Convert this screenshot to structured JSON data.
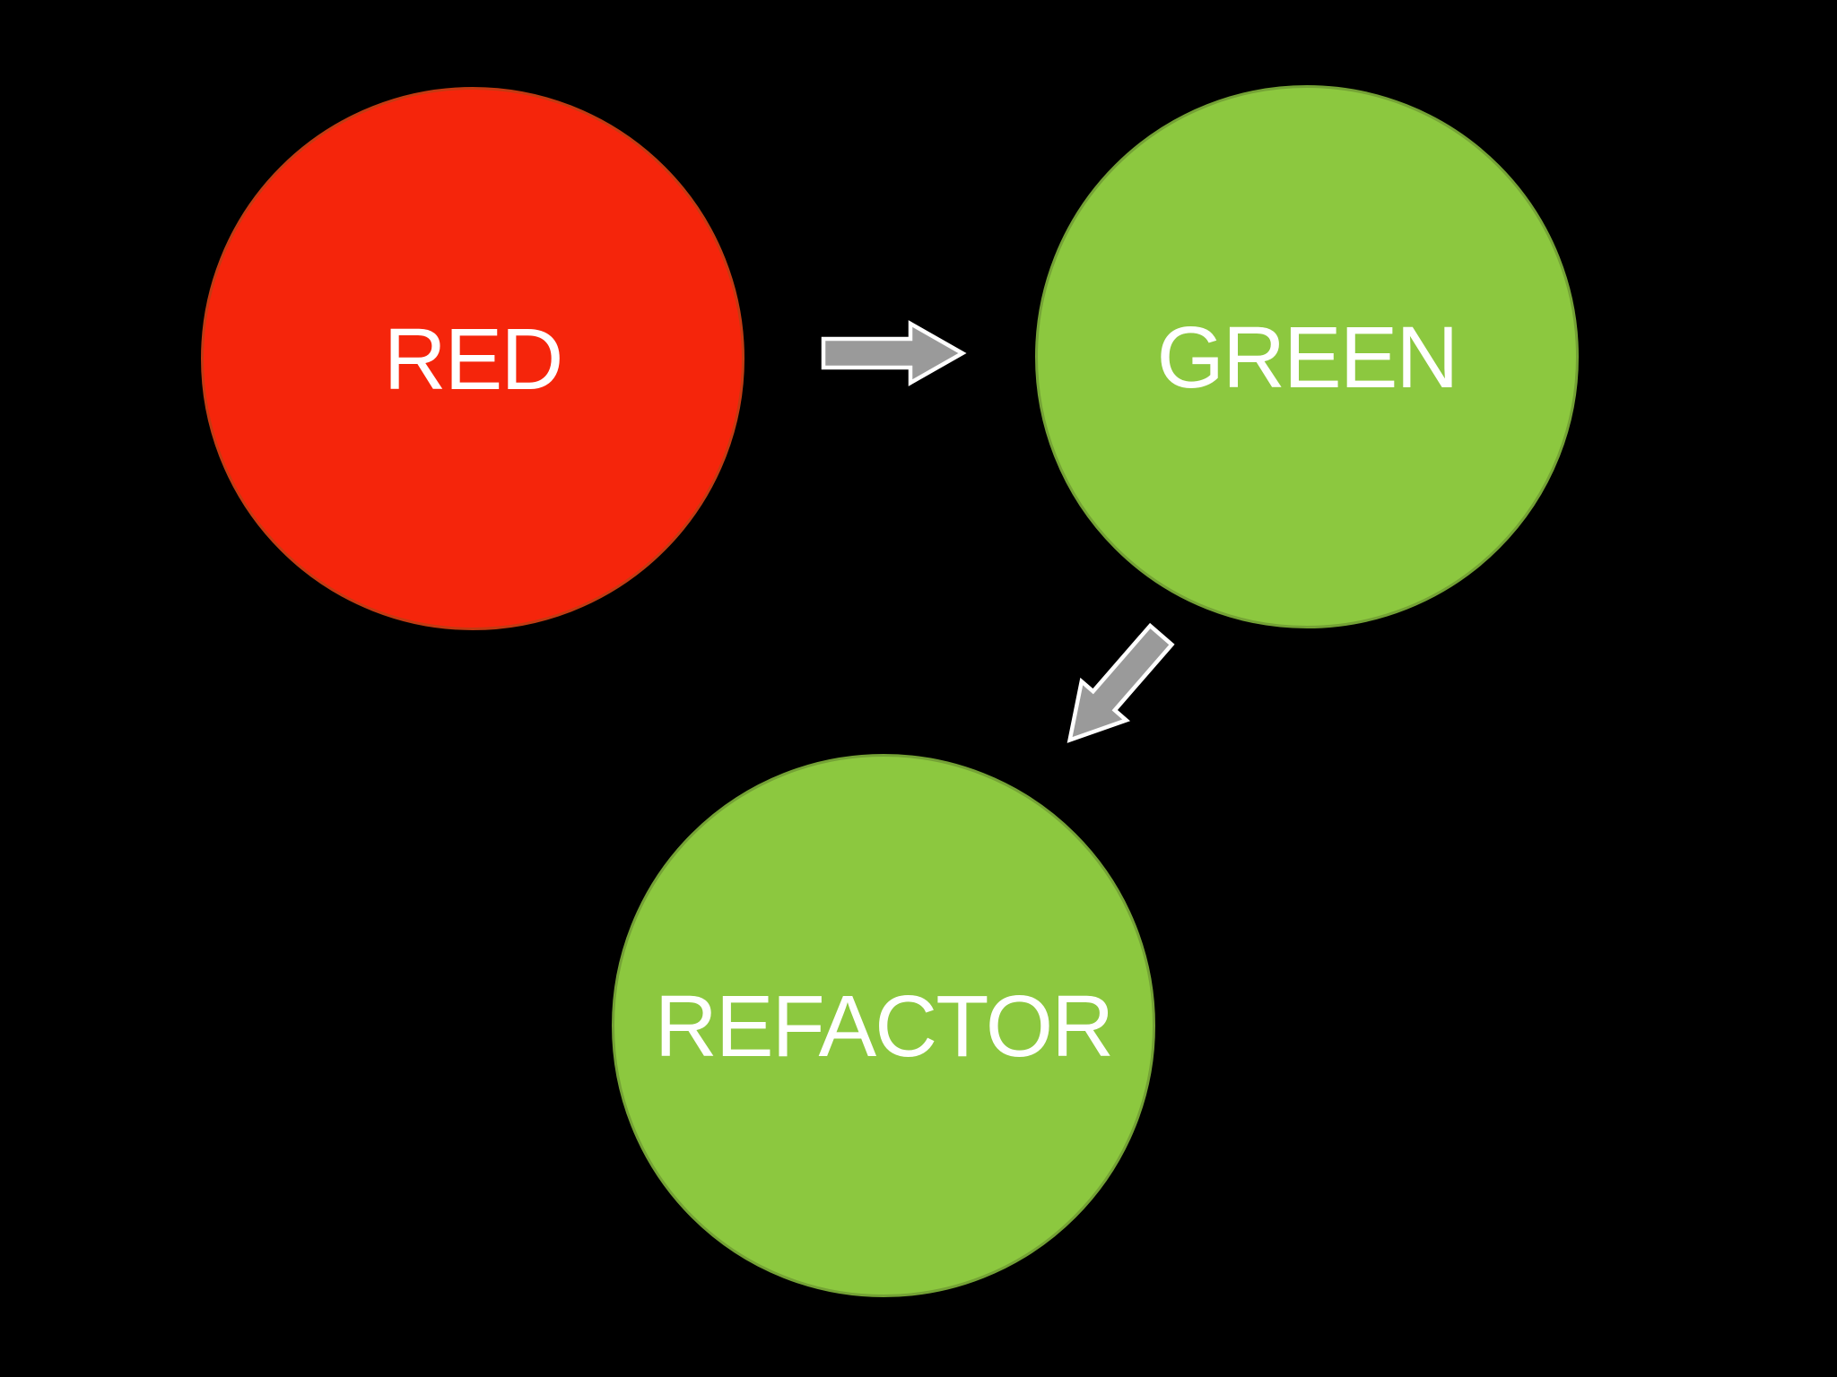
{
  "diagram": {
    "type": "flow",
    "background": "#000000",
    "nodes": [
      {
        "id": "red",
        "label": "RED",
        "shape": "circle",
        "fill": "#F5250B",
        "border": "#C23A12",
        "text_color": "#FFFFFF"
      },
      {
        "id": "green",
        "label": "GREEN",
        "shape": "circle",
        "fill": "#8CC83F",
        "border": "#74A235",
        "text_color": "#FFFFFF"
      },
      {
        "id": "refactor",
        "label": "REFACTOR",
        "shape": "circle",
        "fill": "#8CC83F",
        "border": "#74A235",
        "text_color": "#FFFFFF"
      }
    ],
    "arrows": [
      {
        "from": "red",
        "to": "green",
        "direction": "right",
        "fill": "#9A9A9A",
        "outline": "#FFFFFF"
      },
      {
        "from": "green",
        "to": "refactor",
        "direction": "down-left",
        "fill": "#9A9A9A",
        "outline": "#FFFFFF"
      }
    ]
  }
}
